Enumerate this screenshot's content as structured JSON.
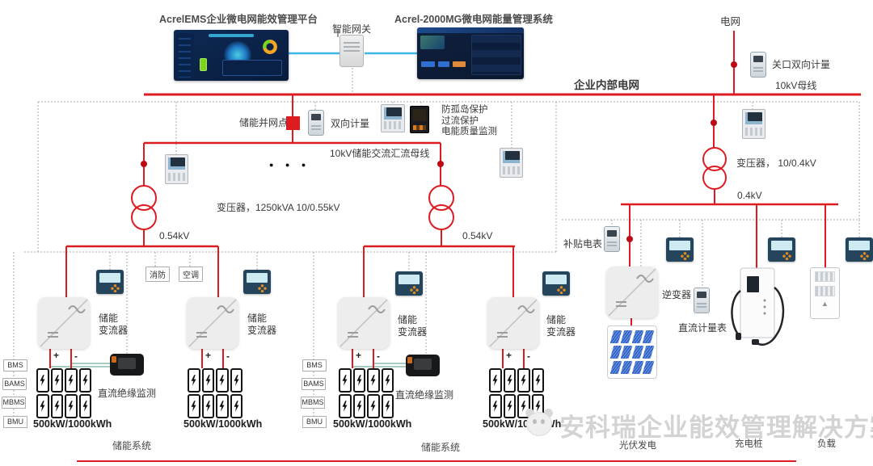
{
  "palette": {
    "line_red": "#dd1b21",
    "comm_gray": "#ababab",
    "text_dark": "#3a3a3a",
    "meter_navy": "#24455c",
    "meter_screen": "#cde9f2",
    "meter_orange": "#e58a1c",
    "watermark_gray": "#d3d3d3"
  },
  "header": {
    "left_platform_title": "AcrelEMS企业微电网能效管理平台",
    "gateway_label": "智能网关",
    "right_platform_title": "Acrel-2000MG微电网能量管理系统"
  },
  "grid": {
    "utility": "电网",
    "gateway_metering": "关口双向计量",
    "mv_bus": "10kV母线",
    "enterprise_bus": "企业内部电网"
  },
  "storage_mv": {
    "pcc": "储能并网点",
    "bidirectional_metering": "双向计量",
    "protection_lines": [
      "防孤岛保护",
      "过流保护",
      "电能质量监测"
    ],
    "storage_ac_bus": "10kV储能交流汇流母线",
    "ellipsis": "●  ●  ●",
    "transformer": "变压器，1250kVA 10/0.55kV",
    "lv_left": "0.54kV",
    "lv_right": "0.54kV"
  },
  "storage_lv": {
    "fire": "消防",
    "hvac": "空调",
    "pcs_line1": "储能",
    "pcs_line2": "变流器",
    "plus": "+",
    "minus": "-",
    "insulation": "直流绝缘监测",
    "bms_chain": [
      "BMS",
      "BAMS",
      "MBMS",
      "BMU"
    ],
    "capacity": "500kW/1000kWh",
    "system": "储能系统"
  },
  "right_section": {
    "transformer": "变压器， 10/0.4kV",
    "lv": "0.4kV",
    "subsidy_meter": "补贴电表",
    "inverter": "逆变器",
    "dc_meter": "直流计量表",
    "pv": "光伏发电",
    "charger": "充电桩",
    "load": "负载"
  },
  "footer": {
    "watermark": "安科瑞企业能效管理解决方案"
  }
}
